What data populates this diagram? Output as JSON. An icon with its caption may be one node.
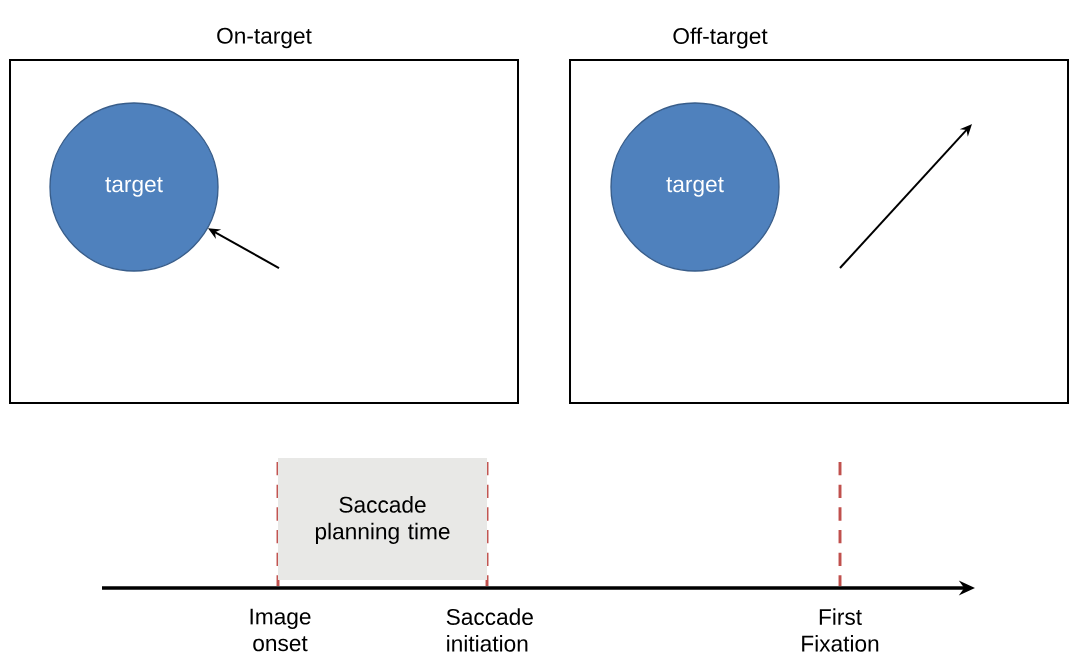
{
  "diagram": {
    "nodes": [
      {
        "text": [
          "On-target"
        ]
      },
      {
        "text": [
          "target"
        ],
        "in": 0
      },
      {
        "text": [
          "Off-target"
        ]
      },
      {
        "text": [
          "target"
        ],
        "in": 2
      },
      {
        "text": [
          "Saccade planning time"
        ]
      }
    ],
    "edges": [
      {
        "from": null,
        "to": 1,
        "arrow": "to"
      }
    ],
    "labels": [
      "Image onset",
      "Saccade initiation",
      "First Fixation"
    ]
  }
}
